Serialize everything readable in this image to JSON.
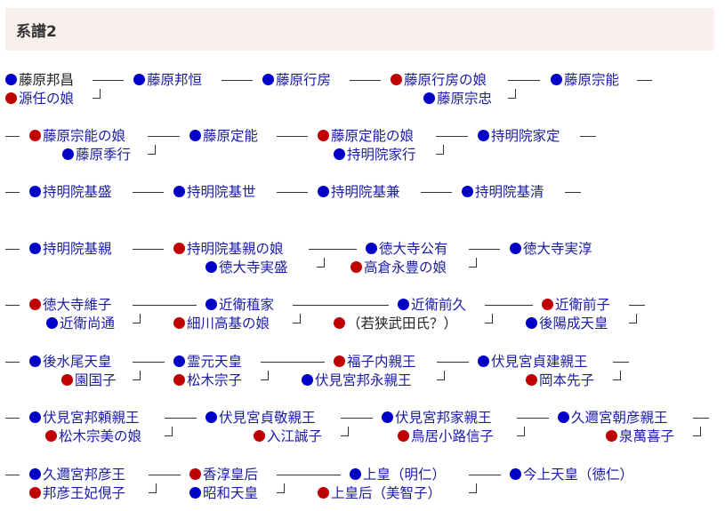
{
  "header": {
    "title": "系譜2"
  },
  "genealogy": {
    "row1": {
      "fujiwara_kunimasa": "藤原邦昌",
      "minamoto_jin_musume": "源任の娘",
      "fujiwara_kunitsune": "藤原邦恒",
      "fujiwara_yukifusa": "藤原行房",
      "fujiwara_yukifusa_musume": "藤原行房の娘",
      "fujiwara_munetada": "藤原宗忠",
      "fujiwara_muneyoshi": "藤原宗能"
    },
    "row2": {
      "fujiwara_muneyoshi_musume": "藤原宗能の娘",
      "fujiwara_suetaka": "藤原季行",
      "fujiwara_sadayoshi": "藤原定能",
      "fujiwara_sadayoshi_musume": "藤原定能の娘",
      "jimyoin_ieyuki": "持明院家行",
      "jimyoin_iesada": "持明院家定"
    },
    "row3": {
      "jimyoin_motomori": "持明院基盛",
      "jimyoin_motoyo": "持明院基世",
      "jimyoin_motokane": "持明院基兼",
      "jimyoin_motokiyo": "持明院基清"
    },
    "row4": {
      "jimyoin_motochika": "持明院基親",
      "jimyoin_motochika_musume": "持明院基親の娘",
      "tokudaiji_sanemori": "徳大寺実盛",
      "tokudaiji_kinari": "徳大寺公有",
      "takakura_nagatoyo_musume": "高倉永豊の娘",
      "tokudaiji_sanesuke": "徳大寺実淳"
    },
    "row5": {
      "tokudaiji_ishiko": "徳大寺維子",
      "konoe_hisamichi": "近衛尚通",
      "konoe_taneie": "近衛稙家",
      "hosokawa_takamoto_musume": "細川高基の娘",
      "konoe_sakihisa": "近衛前久",
      "wakasa_takeda": "（若狭武田氏？）",
      "konoe_sakiko": "近衛前子",
      "goyozei_tenno": "後陽成天皇"
    },
    "row6": {
      "gomizunoo_tenno": "後水尾天皇",
      "sono_kuniko": "園国子",
      "reigen_tenno": "霊元天皇",
      "matsunoki_muneko": "松木宗子",
      "fukuko_naishinno": "福子内親王",
      "fushiminomiya_kunnaga": "伏見宮邦永親王",
      "fushiminomiya_sadatake": "伏見宮貞建親王",
      "okamoto_sakiko": "岡本先子"
    },
    "row7": {
      "fushiminomiya_kuniyori": "伏見宮邦頼親王",
      "matsunoki_munemi_musume": "松木宗美の娘",
      "fushiminomiya_sadayoshi": "伏見宮貞敬親王",
      "irie_masako": "入江誠子",
      "fushiminomiya_kuniie": "伏見宮邦家親王",
      "torii_koji_nobuko": "鳥居小路信子",
      "kuninomiya_asahiko": "久邇宮朝彦親王",
      "izumi_manki": "泉萬喜子"
    },
    "row8": {
      "kuninomiya_kunihiko": "久邇宮邦彦王",
      "kunihiko_hi_chikako": "邦彦王妃俔子",
      "kojun_kogo": "香淳皇后",
      "showa_tenno": "昭和天皇",
      "jokou": "上皇（明仁）",
      "jokougou": "上皇后（美智子）",
      "kinjo_tenno": "今上天皇（徳仁）"
    }
  }
}
